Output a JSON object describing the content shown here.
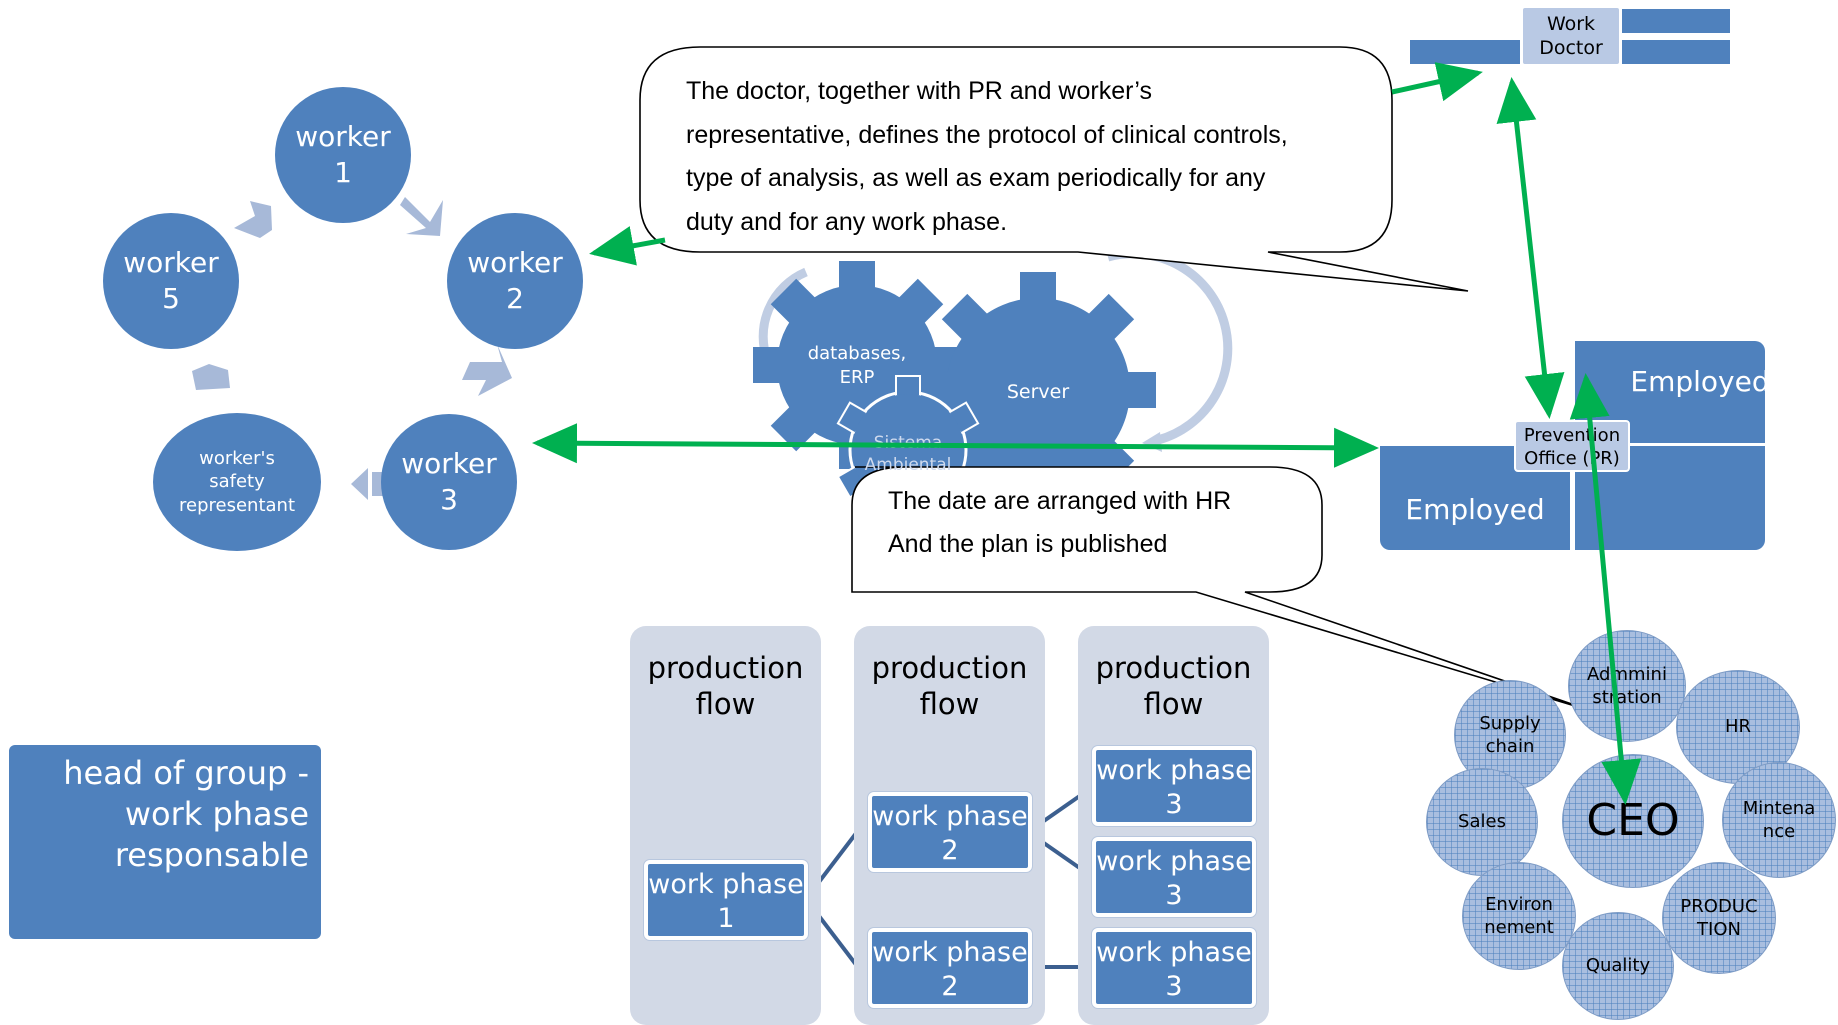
{
  "workers": {
    "w1": "worker\n1",
    "w2": "worker\n2",
    "w3": "worker\n3",
    "w5": "worker\n5",
    "rep": "worker's\nsafety\nrepresentant"
  },
  "bubbles": {
    "doctor_lines": [
      "The doctor, together with PR and worker’s",
      "representative, defines the protocol of clinical controls,",
      "type of analysis, as well as exam periodically for any",
      "duty and for any work phase."
    ],
    "date_lines": [
      "The date are arranged with HR",
      "And the plan is published"
    ]
  },
  "gears": {
    "databases": "databases,\nERP",
    "server": "Server",
    "sistema": "Sistema\nAmbiental"
  },
  "work_doctor": "Work\nDoctor",
  "org": {
    "employed_top": "Employed",
    "employed_bottom": "Employed",
    "prevention_office": "Prevention\nOffice (PR)"
  },
  "production": {
    "titles": [
      "production\nflow",
      "production\nflow",
      "production\nflow"
    ],
    "wp1": "work phase\n1",
    "wp2a": "work phase\n2",
    "wp2b": "work phase\n2",
    "wp3a": "work phase\n3",
    "wp3b": "work phase\n3",
    "wp3c": "work phase\n3"
  },
  "head_of_group": "head of group -\nwork phase\nresponsable",
  "company": {
    "ceo": "CEO",
    "administration": "Admmini\nstration",
    "hr": "HR",
    "supply": "Supply\nchain",
    "sales": "Sales",
    "maintenance": "Mintena\nnce",
    "environment": "Environ\nnement",
    "production": "PRODUC\nTION",
    "quality": "Quality"
  },
  "colors": {
    "node_blue": "#4f81bd",
    "arrow_green": "#00b050",
    "column_bg": "#d2d9e6",
    "cycle_arrow": "#a7b9d8"
  }
}
